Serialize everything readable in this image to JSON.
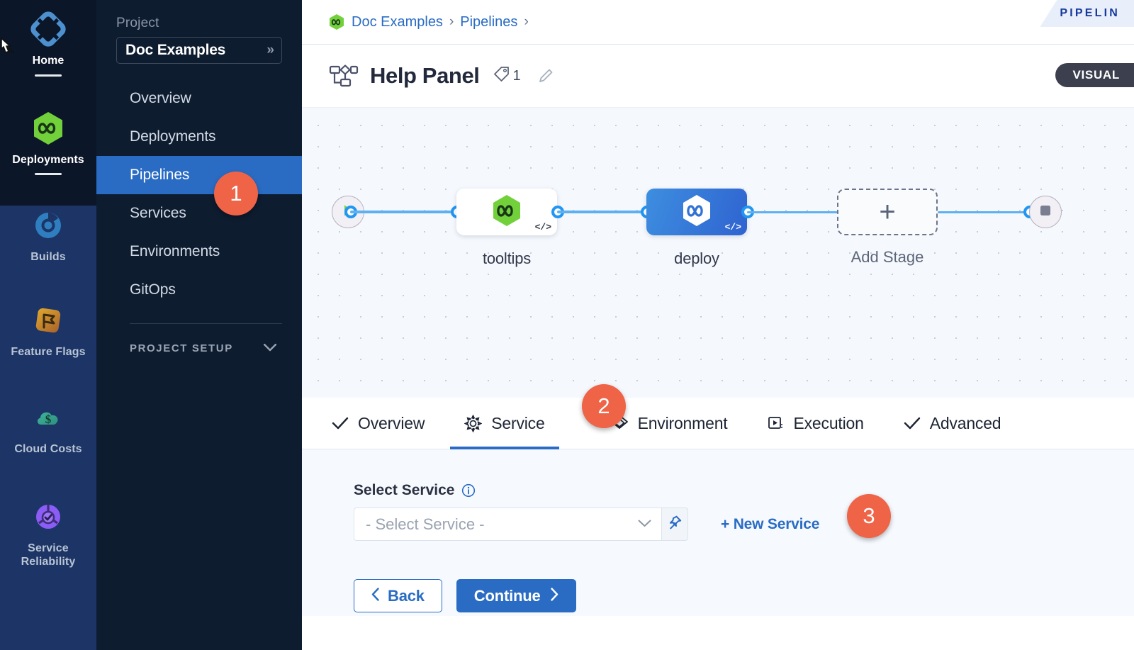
{
  "module_rail": {
    "items": [
      {
        "label": "Home",
        "icon": "home-diamond-icon",
        "active": true
      },
      {
        "label": "Deployments",
        "icon": "deployments-hexagon-icon",
        "active": true
      },
      {
        "label": "Builds",
        "icon": "builds-icon",
        "active": false
      },
      {
        "label": "Feature Flags",
        "icon": "feature-flags-icon",
        "active": false
      },
      {
        "label": "Cloud Costs",
        "icon": "cloud-costs-icon",
        "active": false
      },
      {
        "label": "Service Reliability",
        "icon": "service-reliability-icon",
        "active": false
      }
    ]
  },
  "project_nav": {
    "section_label": "Project",
    "project_name": "Doc Examples",
    "project_chevron": "»",
    "items": [
      {
        "label": "Overview",
        "active": false
      },
      {
        "label": "Deployments",
        "active": false
      },
      {
        "label": "Pipelines",
        "active": true
      },
      {
        "label": "Services",
        "active": false
      },
      {
        "label": "Environments",
        "active": false
      },
      {
        "label": "GitOps",
        "active": false
      }
    ],
    "setup_label": "PROJECT SETUP",
    "setup_chevron": "⌄"
  },
  "breadcrumb": {
    "icon": "harness-hexagon-icon",
    "items": [
      "Doc Examples",
      "Pipelines"
    ],
    "separator": "›"
  },
  "header": {
    "pipeline_ribbon": "PIPELIN",
    "icon": "pipeline-diagram-icon",
    "title": "Help Panel",
    "tag_icon": "tag-icon",
    "tag_count": "1",
    "edit_icon": "pencil-icon",
    "visual_badge": "VISUAL"
  },
  "canvas": {
    "start_icon": "play-icon",
    "end_icon": "stop-icon",
    "nodes": [
      {
        "label": "tooltips",
        "style": "white",
        "icon": "harness-green-hexagon-icon",
        "code_badge": "</>"
      },
      {
        "label": "deploy",
        "style": "blue",
        "icon": "harness-white-hexagon-icon",
        "code_badge": "</>"
      }
    ],
    "add_stage": {
      "label": "Add Stage",
      "plus": "+"
    }
  },
  "tabs": [
    {
      "label": "Overview",
      "icon": "check-icon",
      "active": false
    },
    {
      "label": "Service",
      "icon": "gear-icon",
      "active": true
    },
    {
      "label": "Environment",
      "icon": "layers-diamond-icon",
      "active": false
    },
    {
      "label": "Execution",
      "icon": "play-box-icon",
      "active": false
    },
    {
      "label": "Advanced",
      "icon": "check-icon",
      "active": false
    }
  ],
  "form": {
    "field_label": "Select Service",
    "info_icon": "info-icon",
    "select_placeholder": "- Select Service -",
    "select_chevron": "⌄",
    "pin_icon": "pin-icon",
    "new_service_label": "+ New Service",
    "back_label": "Back",
    "back_chevron": "‹",
    "continue_label": "Continue",
    "continue_chevron": "›"
  },
  "step_badges": [
    {
      "number": "1"
    },
    {
      "number": "2"
    },
    {
      "number": "3"
    }
  ],
  "colors": {
    "accent_blue": "#2a6cc4",
    "badge_orange": "#ef6347",
    "rail_dark": "#0b1629",
    "rail_lower": "#1c3566",
    "nav_dark": "#0e1c30",
    "canvas_bg": "#f5f9fe",
    "edge_blue": "#5eb0f0"
  }
}
